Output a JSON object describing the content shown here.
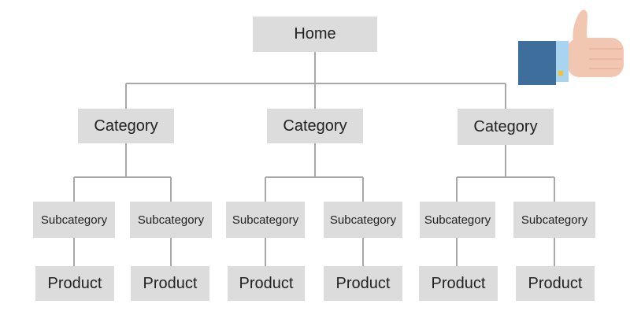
{
  "tree": {
    "root": "Home",
    "categories": [
      {
        "label": "Category",
        "subcategories": [
          {
            "label": "Subcategory",
            "product": "Product"
          },
          {
            "label": "Subcategory",
            "product": "Product"
          }
        ]
      },
      {
        "label": "Category",
        "subcategories": [
          {
            "label": "Subcategory",
            "product": "Product"
          },
          {
            "label": "Subcategory",
            "product": "Product"
          }
        ]
      },
      {
        "label": "Category",
        "subcategories": [
          {
            "label": "Subcategory",
            "product": "Product"
          },
          {
            "label": "Subcategory",
            "product": "Product"
          }
        ]
      }
    ]
  },
  "colors": {
    "node_fill": "#dcdcdc",
    "connector": "#a8a8a8",
    "sleeve": "#3d6e9c",
    "cuff": "#a8d4ef",
    "skin": "#f1c7b2",
    "cufflink": "#f2c12e"
  },
  "decoration": {
    "icon": "thumbs-up-icon"
  }
}
